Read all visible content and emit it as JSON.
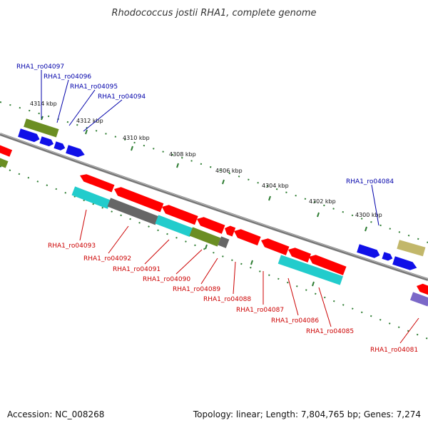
{
  "title": "Rhodococcus jostii RHA1, complete genome",
  "footer": {
    "accession": "Accession: NC_008268",
    "topology": "Topology: linear; Length: 7,804,765 bp; Genes: 7,274"
  },
  "colors": {
    "red": "#ff0000",
    "blue": "#1010e8",
    "cyan": "#22cccc",
    "gray": "#666666",
    "olive": "#6b8e23",
    "khaki": "#c2b76a",
    "purple": "#7b68c8",
    "tick_green": "#2e7d32",
    "label_blue": "#0000aa",
    "label_red": "#cc0000",
    "backbone": "#777777"
  },
  "scale_labels": [
    "4314 kbp",
    "4312 kbp",
    "4310 kbp",
    "4308 kbp",
    "4306 kbp",
    "4304 kbp",
    "4302 kbp",
    "4300 kbp"
  ],
  "gene_labels_top": [
    "RHA1_ro04097",
    "RHA1_ro04096",
    "RHA1_ro04095",
    "RHA1_ro04094",
    "RHA1_ro04084"
  ],
  "gene_labels_bottom": [
    "RHA1_ro04093",
    "RHA1_ro04092",
    "RHA1_ro04091",
    "RHA1_ro04090",
    "RHA1_ro04089",
    "RHA1_ro04088",
    "RHA1_ro04087",
    "RHA1_ro04086",
    "RHA1_ro04085",
    "RHA1_ro04081"
  ]
}
